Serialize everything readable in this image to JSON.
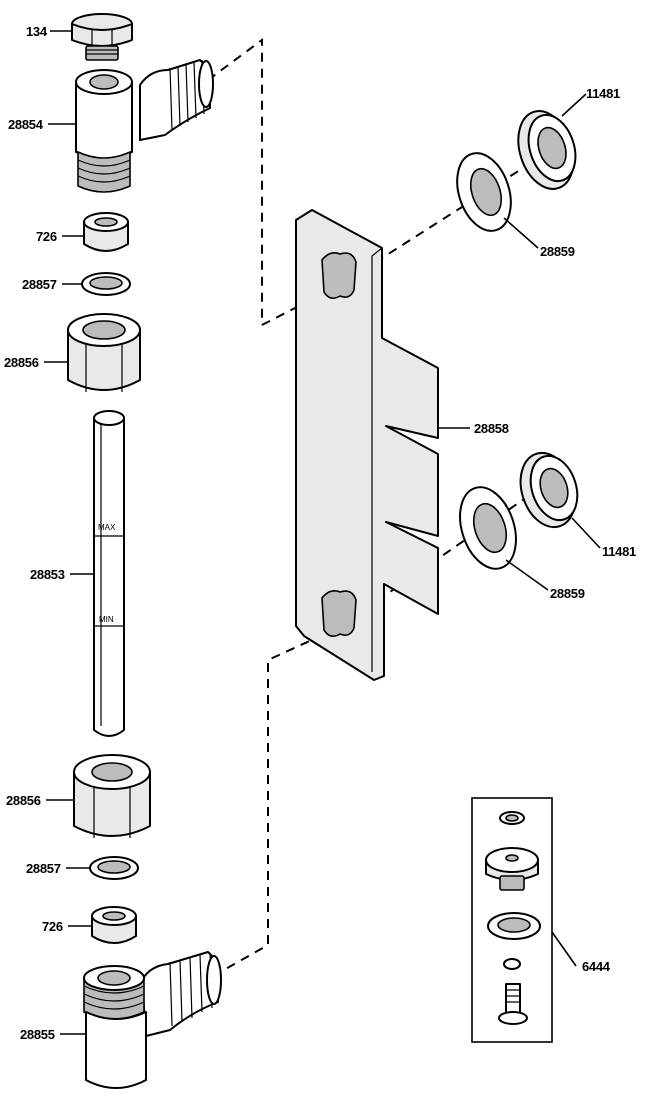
{
  "labels": {
    "cap_134": "134",
    "elbow_top_28854": "28854",
    "sleeve_726_top": "726",
    "washer_28857_top": "28857",
    "nut_28856_top": "28856",
    "tube_28853": "28853",
    "nut_28856_bottom": "28856",
    "washer_28857_bottom": "28857",
    "sleeve_726_bottom": "726",
    "elbow_bottom_28855": "28855",
    "locknut_11481_top": "11481",
    "washer_28859_top": "28859",
    "bracket_28858": "28858",
    "locknut_11481_bottom": "11481",
    "washer_28859_bottom": "28859",
    "kit_6444": "6444"
  },
  "tube_marks": {
    "max": "MAX",
    "min": "MIN"
  }
}
